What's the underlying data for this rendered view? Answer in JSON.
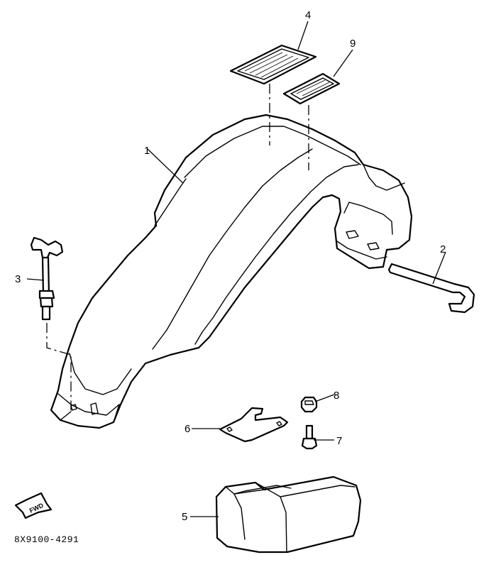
{
  "diagram": {
    "callouts": [
      {
        "id": "p1",
        "label": "1",
        "part": "rear-fender"
      },
      {
        "id": "p2",
        "label": "2",
        "part": "bracket-rod"
      },
      {
        "id": "p3",
        "label": "3",
        "part": "wing-bolt"
      },
      {
        "id": "p4",
        "label": "4",
        "part": "caution-label-large"
      },
      {
        "id": "p5",
        "label": "5",
        "part": "tool-bag"
      },
      {
        "id": "p6",
        "label": "6",
        "part": "plate"
      },
      {
        "id": "p7",
        "label": "7",
        "part": "bolt"
      },
      {
        "id": "p8",
        "label": "8",
        "part": "nut"
      },
      {
        "id": "p9",
        "label": "9",
        "part": "caution-label-small"
      }
    ],
    "direction_label": "FWD",
    "drawing_code": "8X9100-4291"
  }
}
